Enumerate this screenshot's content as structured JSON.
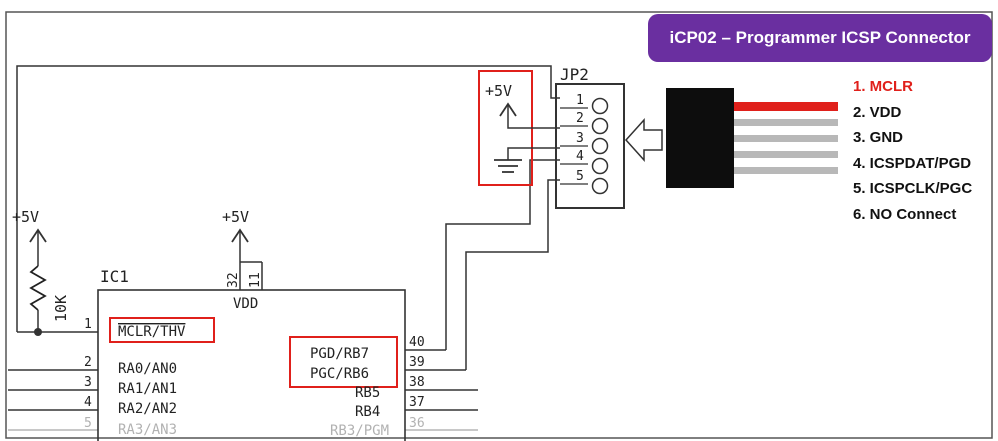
{
  "title": "iCP02 – Programmer ICSP Connector",
  "connector_label": "JP2",
  "connector_pins": [
    "1",
    "2",
    "3",
    "4",
    "5"
  ],
  "pin_legend": [
    {
      "label": "1. MCLR",
      "color": "#e0201b"
    },
    {
      "label": "2. VDD",
      "color": "#111111"
    },
    {
      "label": "3. GND",
      "color": "#111111"
    },
    {
      "label": "4. ICSPDAT/PGD",
      "color": "#111111"
    },
    {
      "label": "5. ICSPCLK/PGC",
      "color": "#111111"
    },
    {
      "label": "6. NO Connect",
      "color": "#111111"
    }
  ],
  "cable_wire_colors": [
    "#e0201b",
    "#b8b8b8",
    "#b8b8b8",
    "#b8b8b8",
    "#b8b8b8"
  ],
  "power_label": "+5V",
  "resistor_value": "10K",
  "ic": {
    "name": "IC1",
    "vdd_label": "VDD",
    "vdd_pins": [
      "32",
      "11"
    ],
    "left_pins": [
      {
        "num": "1",
        "label": "MCLR/THV"
      },
      {
        "num": "2",
        "label": "RA0/AN0"
      },
      {
        "num": "3",
        "label": "RA1/AN1"
      },
      {
        "num": "4",
        "label": "RA2/AN2"
      },
      {
        "num": "5",
        "label": "RA3/AN3"
      }
    ],
    "right_pins": [
      {
        "num": "40",
        "label": "PGD/RB7"
      },
      {
        "num": "39",
        "label": "PGC/RB6"
      },
      {
        "num": "38",
        "label": "RB5"
      },
      {
        "num": "37",
        "label": "RB4"
      },
      {
        "num": "36",
        "label": "RB3/PGM"
      }
    ]
  },
  "highlight_color": "#e0201b",
  "accent_color": "#6a2fa0"
}
